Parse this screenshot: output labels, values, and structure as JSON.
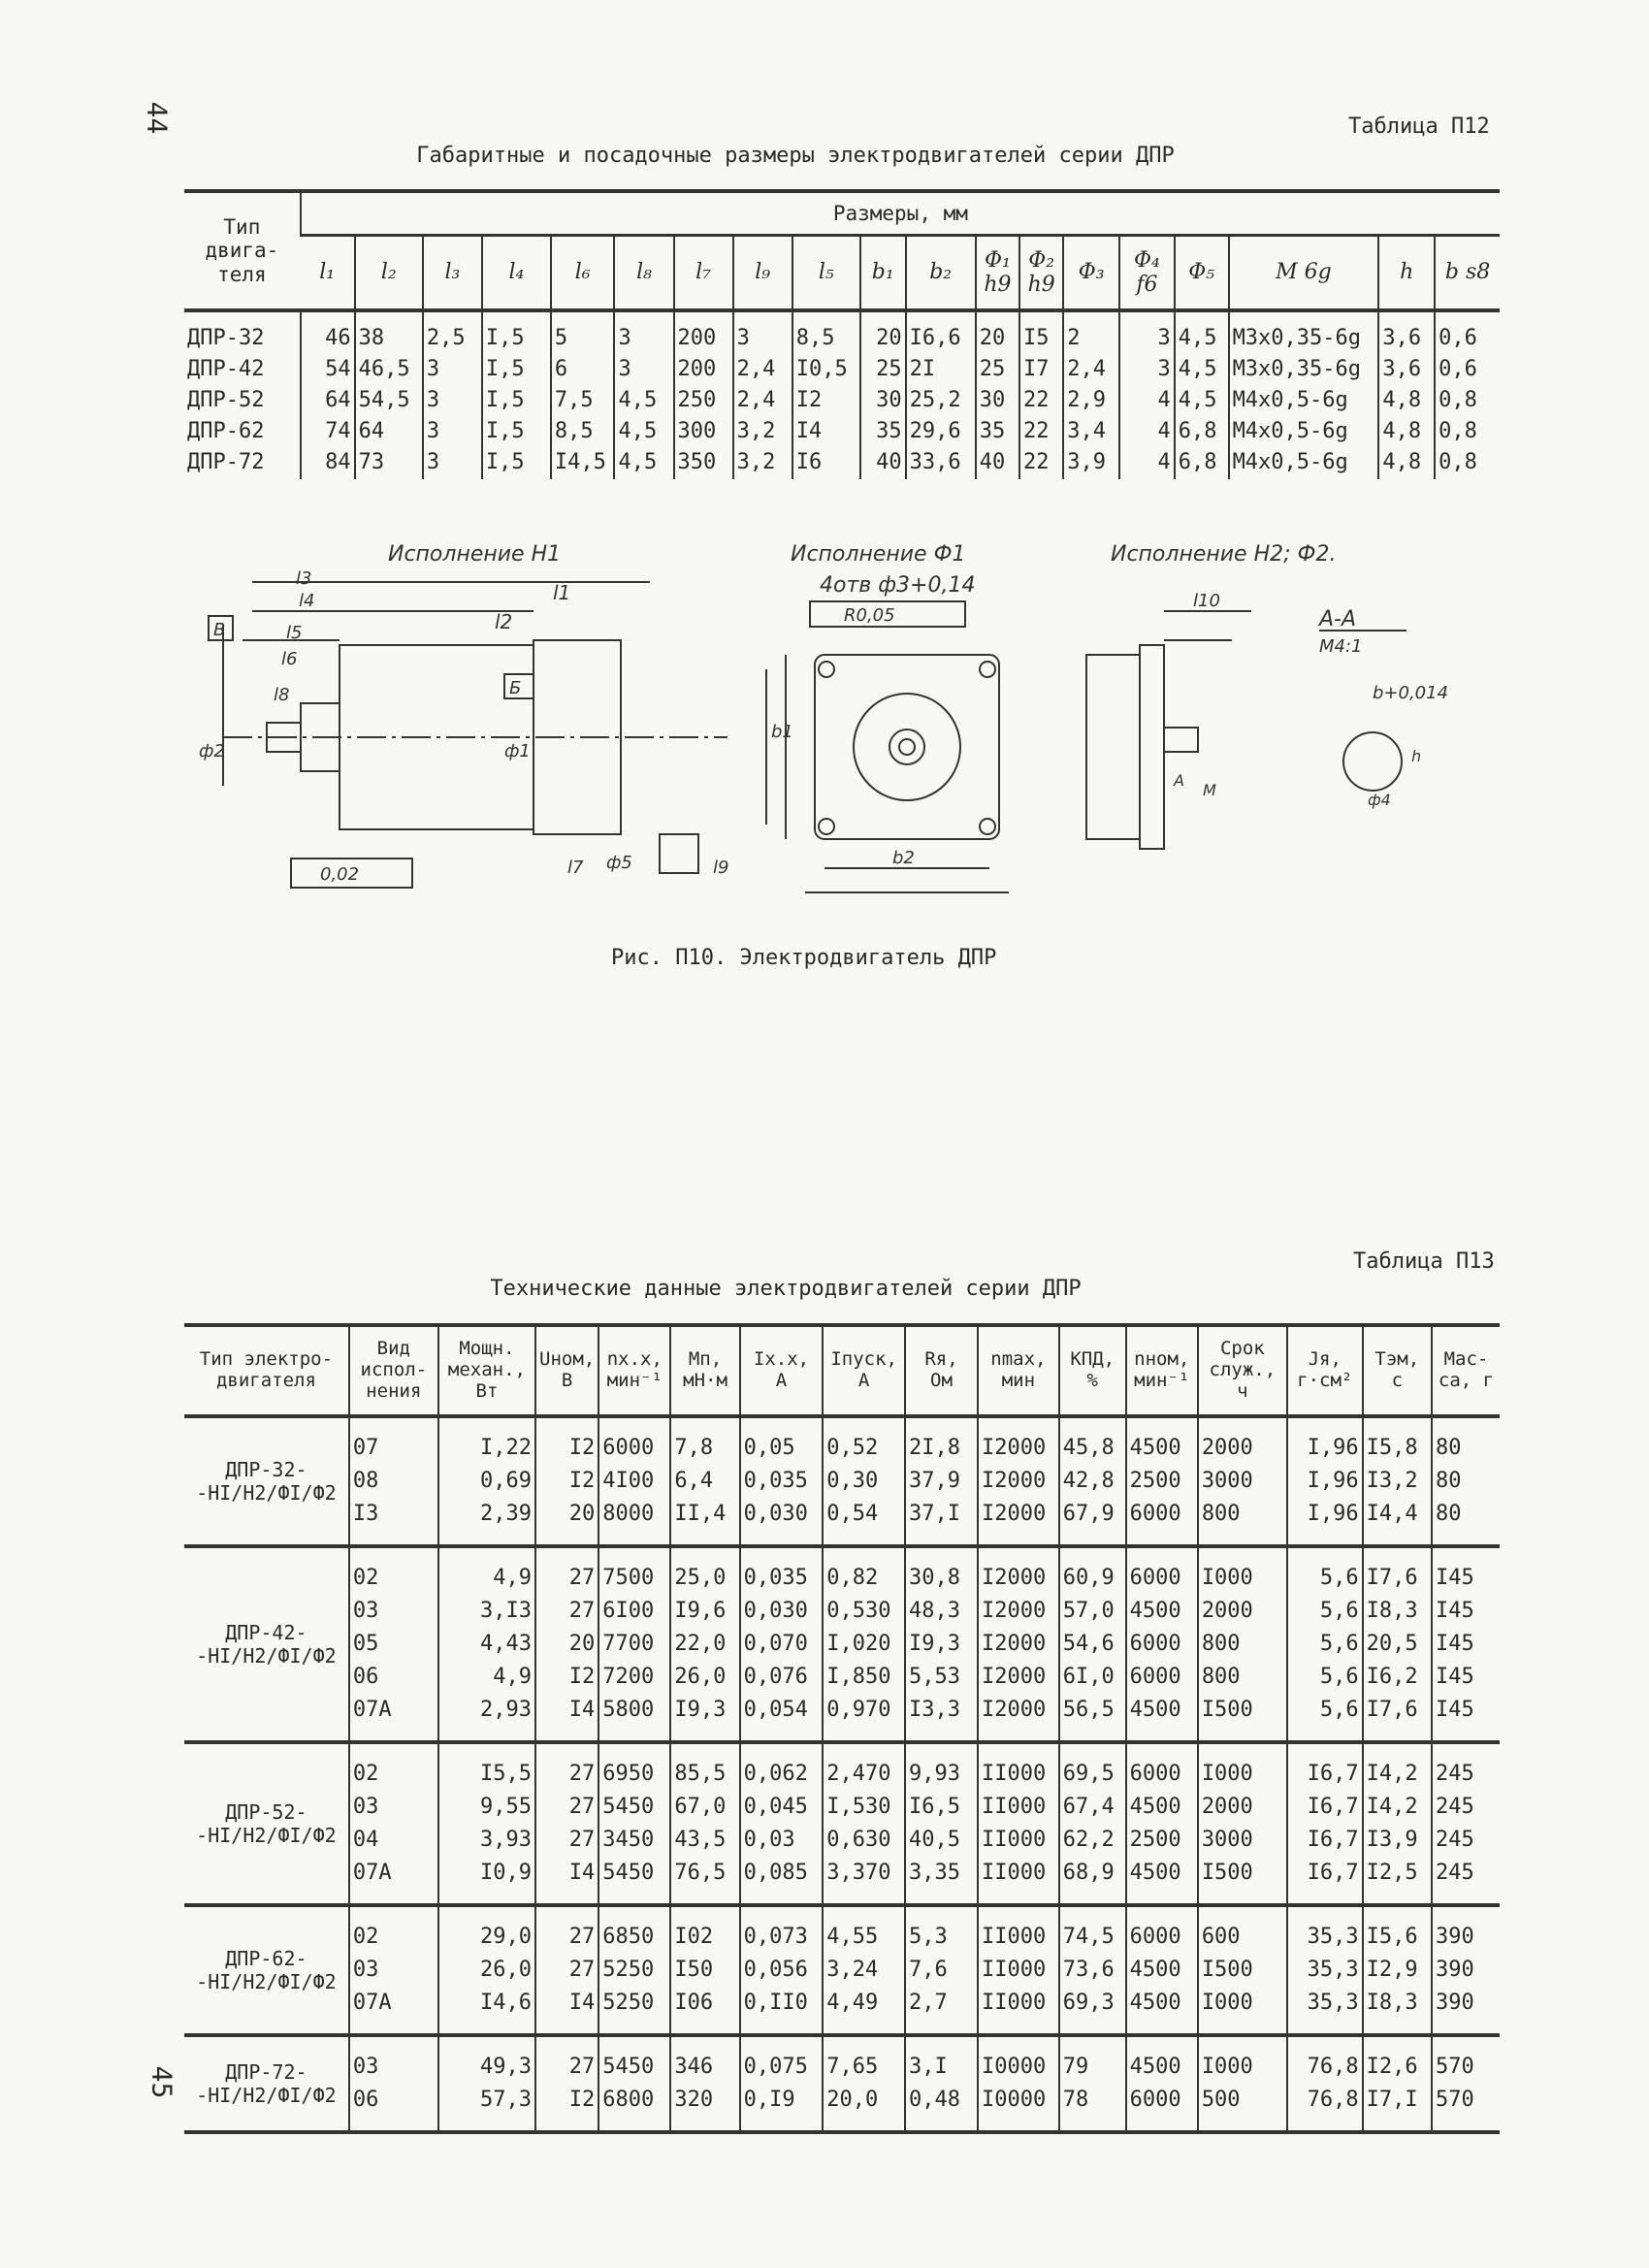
{
  "page_left": "44",
  "page_right": "45",
  "table12": {
    "number": "Таблица П12",
    "title": "Габаритные и посадочные размеры электродвигателей серии ДПР",
    "type_header": "Тип двига-теля",
    "group_header": "Размеры, мм",
    "columns": [
      "l₁",
      "l₂",
      "l₃",
      "l₄",
      "l₆",
      "l₈",
      "l₇",
      "l₉",
      "l₅",
      "b₁",
      "b₂",
      "Φ₁ h9",
      "Φ₂ h9",
      "Φ₃",
      "Φ₄ f6",
      "Φ₅",
      "M 6g",
      "h",
      "b s8"
    ],
    "rows": [
      [
        "ДПР-32",
        "46",
        "38",
        "2,5",
        "I,5",
        "5",
        "3",
        "200",
        "3",
        "8,5",
        "20",
        "I6,6",
        "20",
        "I5",
        "2",
        "3",
        "4,5",
        "M3x0,35-6g",
        "3,6",
        "0,6"
      ],
      [
        "ДПР-42",
        "54",
        "46,5",
        "3",
        "I,5",
        "6",
        "3",
        "200",
        "2,4",
        "I0,5",
        "25",
        "2I",
        "25",
        "I7",
        "2,4",
        "3",
        "4,5",
        "M3x0,35-6g",
        "3,6",
        "0,6"
      ],
      [
        "ДПР-52",
        "64",
        "54,5",
        "3",
        "I,5",
        "7,5",
        "4,5",
        "250",
        "2,4",
        "I2",
        "30",
        "25,2",
        "30",
        "22",
        "2,9",
        "4",
        "4,5",
        "M4x0,5-6g",
        "4,8",
        "0,8"
      ],
      [
        "ДПР-62",
        "74",
        "64",
        "3",
        "I,5",
        "8,5",
        "4,5",
        "300",
        "3,2",
        "I4",
        "35",
        "29,6",
        "35",
        "22",
        "3,4",
        "4",
        "6,8",
        "M4x0,5-6g",
        "4,8",
        "0,8"
      ],
      [
        "ДПР-72",
        "84",
        "73",
        "3",
        "I,5",
        "I4,5",
        "4,5",
        "350",
        "3,2",
        "I6",
        "40",
        "33,6",
        "40",
        "22",
        "3,9",
        "4",
        "6,8",
        "M4x0,5-6g",
        "4,8",
        "0,8"
      ]
    ]
  },
  "figure": {
    "caption": "Рис. П10. Электродвигатель ДПР",
    "labels": {
      "h1": "Исполнение Н1",
      "f1": "Исполнение Ф1",
      "h2f2": "Исполнение Н2; Ф2.",
      "holes": "4отв ф3+0,14",
      "tol_frame": "R0,05",
      "datum_b": "В",
      "datum_be": "Б",
      "runout": "0,02",
      "section": "А-А",
      "scale": "М4:1",
      "keyway": "b+0,014",
      "l1": "l1",
      "l2": "l2",
      "l3": "l3",
      "l4": "l4",
      "l5": "l5",
      "l6": "l6",
      "l7": "l7",
      "l8": "l8",
      "l9": "l9",
      "l10": "l10",
      "b1": "b1",
      "b2": "b2",
      "phi1": "ф1",
      "phi2": "ф2",
      "phi4": "ф4",
      "phi5": "ф5",
      "h": "h",
      "M": "М",
      "A": "А"
    }
  },
  "table13": {
    "number": "Таблица П13",
    "title": "Технические данные электродвигателей серии ДПР",
    "columns": [
      "Тип электро-двигателя",
      "Вид испол-нения",
      "Мощн. механ., Вт",
      "Uном, В",
      "nх.х, мин⁻¹",
      "Mп, мН·м",
      "Iх.х, А",
      "Iпуск, А",
      "Rя, Ом",
      "nmax, мин",
      "КПД, %",
      "nном, мин⁻¹",
      "Срок служ., ч",
      "Jя, г·см²",
      "Tэм, с",
      "Мас-са, г"
    ],
    "groups": [
      {
        "type": "ДПР-32-\n-HI/H2/ФI/Ф2",
        "rows": [
          [
            "07",
            "I,22",
            "I2",
            "6000",
            "7,8",
            "0,05",
            "0,52",
            "2I,8",
            "I2000",
            "45,8",
            "4500",
            "2000",
            "I,96",
            "I5,8",
            "80"
          ],
          [
            "08",
            "0,69",
            "I2",
            "4I00",
            "6,4",
            "0,035",
            "0,30",
            "37,9",
            "I2000",
            "42,8",
            "2500",
            "3000",
            "I,96",
            "I3,2",
            "80"
          ],
          [
            "I3",
            "2,39",
            "20",
            "8000",
            "II,4",
            "0,030",
            "0,54",
            "37,I",
            "I2000",
            "67,9",
            "6000",
            "800",
            "I,96",
            "I4,4",
            "80"
          ]
        ]
      },
      {
        "type": "ДПР-42-\n-HI/H2/ФI/Ф2",
        "rows": [
          [
            "02",
            "4,9",
            "27",
            "7500",
            "25,0",
            "0,035",
            "0,82",
            "30,8",
            "I2000",
            "60,9",
            "6000",
            "I000",
            "5,6",
            "I7,6",
            "I45"
          ],
          [
            "03",
            "3,I3",
            "27",
            "6I00",
            "I9,6",
            "0,030",
            "0,530",
            "48,3",
            "I2000",
            "57,0",
            "4500",
            "2000",
            "5,6",
            "I8,3",
            "I45"
          ],
          [
            "05",
            "4,43",
            "20",
            "7700",
            "22,0",
            "0,070",
            "I,020",
            "I9,3",
            "I2000",
            "54,6",
            "6000",
            "800",
            "5,6",
            "20,5",
            "I45"
          ],
          [
            "06",
            "4,9",
            "I2",
            "7200",
            "26,0",
            "0,076",
            "I,850",
            "5,53",
            "I2000",
            "6I,0",
            "6000",
            "800",
            "5,6",
            "I6,2",
            "I45"
          ],
          [
            "07A",
            "2,93",
            "I4",
            "5800",
            "I9,3",
            "0,054",
            "0,970",
            "I3,3",
            "I2000",
            "56,5",
            "4500",
            "I500",
            "5,6",
            "I7,6",
            "I45"
          ]
        ]
      },
      {
        "type": "ДПР-52-\n-HI/H2/ФI/Ф2",
        "rows": [
          [
            "02",
            "I5,5",
            "27",
            "6950",
            "85,5",
            "0,062",
            "2,470",
            "9,93",
            "II000",
            "69,5",
            "6000",
            "I000",
            "I6,7",
            "I4,2",
            "245"
          ],
          [
            "03",
            "9,55",
            "27",
            "5450",
            "67,0",
            "0,045",
            "I,530",
            "I6,5",
            "II000",
            "67,4",
            "4500",
            "2000",
            "I6,7",
            "I4,2",
            "245"
          ],
          [
            "04",
            "3,93",
            "27",
            "3450",
            "43,5",
            "0,03",
            "0,630",
            "40,5",
            "II000",
            "62,2",
            "2500",
            "3000",
            "I6,7",
            "I3,9",
            "245"
          ],
          [
            "07A",
            "I0,9",
            "I4",
            "5450",
            "76,5",
            "0,085",
            "3,370",
            "3,35",
            "II000",
            "68,9",
            "4500",
            "I500",
            "I6,7",
            "I2,5",
            "245"
          ]
        ]
      },
      {
        "type": "ДПР-62-\n-HI/H2/ФI/Ф2",
        "rows": [
          [
            "02",
            "29,0",
            "27",
            "6850",
            "I02",
            "0,073",
            "4,55",
            "5,3",
            "II000",
            "74,5",
            "6000",
            "600",
            "35,3",
            "I5,6",
            "390"
          ],
          [
            "03",
            "26,0",
            "27",
            "5250",
            "I50",
            "0,056",
            "3,24",
            "7,6",
            "II000",
            "73,6",
            "4500",
            "I500",
            "35,3",
            "I2,9",
            "390"
          ],
          [
            "07A",
            "I4,6",
            "I4",
            "5250",
            "I06",
            "0,II0",
            "4,49",
            "2,7",
            "II000",
            "69,3",
            "4500",
            "I000",
            "35,3",
            "I8,3",
            "390"
          ]
        ]
      },
      {
        "type": "ДПР-72-\n-HI/H2/ФI/Ф2",
        "rows": [
          [
            "03",
            "49,3",
            "27",
            "5450",
            "346",
            "0,075",
            "7,65",
            "3,I",
            "I0000",
            "79",
            "4500",
            "I000",
            "76,8",
            "I2,6",
            "570"
          ],
          [
            "06",
            "57,3",
            "I2",
            "6800",
            "320",
            "0,I9",
            "20,0",
            "0,48",
            "I0000",
            "78",
            "6000",
            "500",
            "76,8",
            "I7,I",
            "570"
          ]
        ]
      }
    ]
  }
}
